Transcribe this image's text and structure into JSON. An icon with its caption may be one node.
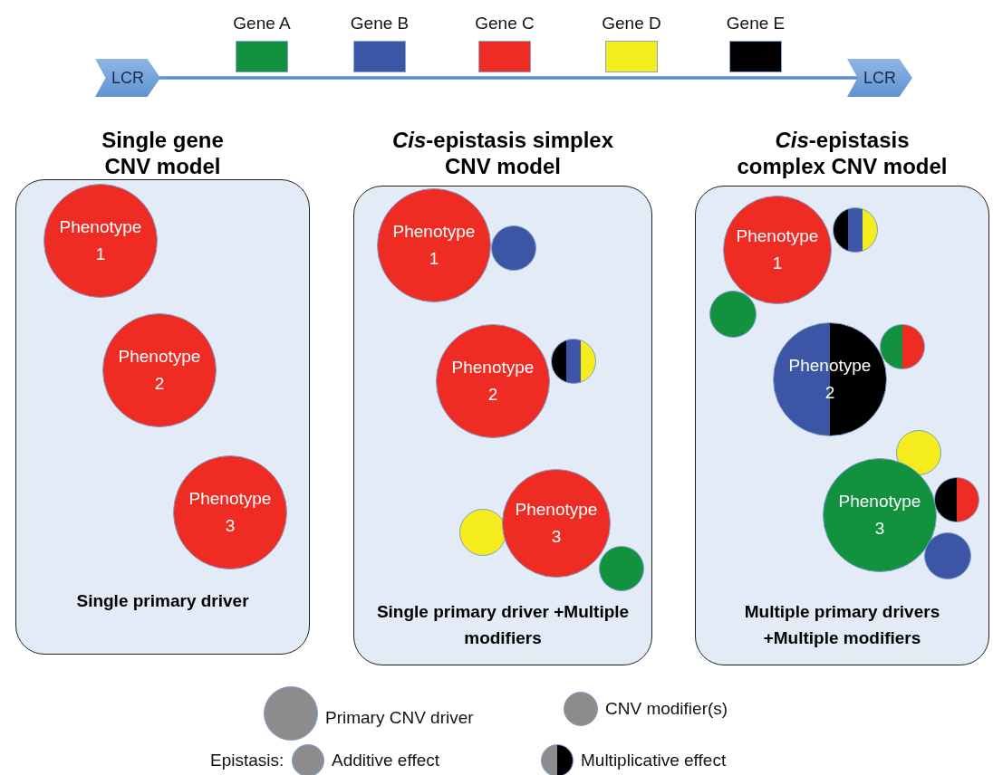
{
  "diagram": {
    "nodes": [
      {
        "text": [
          "LCR"
        ]
      },
      {
        "text": [
          "LCR"
        ]
      },
      {
        "text": [],
        "shape": "box",
        "beside": [
          "Gene A"
        ]
      },
      {
        "text": [],
        "shape": "box",
        "beside": [
          "Gene B"
        ]
      },
      {
        "text": [],
        "shape": "box",
        "beside": [
          "Gene C"
        ]
      },
      {
        "text": [],
        "shape": "box",
        "beside": [
          "Gene D"
        ]
      },
      {
        "text": [],
        "shape": "box",
        "beside": [
          "Gene E"
        ]
      },
      {
        "text": [
          "Single gene CNV model",
          "Single primary driver"
        ]
      },
      {
        "text": [
          "Phenotype 1"
        ],
        "in": 7
      },
      {
        "text": [
          "Phenotype 2"
        ],
        "in": 7
      },
      {
        "text": [
          "Phenotype 3"
        ],
        "in": 7
      },
      {
        "text": [
          "*Cis*-epistasis simplex CNV model",
          "Single primary driver +Multiple modifiers"
        ]
      },
      {
        "text": [
          "Phenotype 1"
        ],
        "in": 11
      },
      {
        "text": [],
        "shape": "circle",
        "in": 11
      },
      {
        "text": [
          "Phenotype 2"
        ],
        "in": 11
      },
      {
        "text": [],
        "shape": "circle",
        "in": 11
      },
      {
        "text": [],
        "shape": "circle",
        "in": 11
      },
      {
        "text": [
          "Phenotype 3"
        ],
        "in": 11
      },
      {
        "text": [],
        "shape": "circle",
        "in": 11
      },
      {
        "text": [
          "*Cis*-epistasis complex CNV model",
          "Multiple primary drivers +Multiple modifiers"
        ]
      },
      {
        "text": [
          "Phenotype 1"
        ],
        "in": 19
      },
      {
        "text": [],
        "shape": "circle",
        "in": 19
      },
      {
        "text": [],
        "shape": "circle",
        "in": 19
      },
      {
        "text": [
          "Phenotype 2"
        ],
        "in": 19
      },
      {
        "text": [],
        "shape": "circle",
        "in": 19
      },
      {
        "text": [],
        "shape": "circle",
        "in": 19
      },
      {
        "text": [
          "Phenotype 3"
        ],
        "in": 19
      },
      {
        "text": [],
        "shape": "circle",
        "in": 19
      },
      {
        "text": [],
        "shape": "circle",
        "in": 19
      }
    ],
    "edges": [
      {
        "from": 0,
        "to": 1,
        "arrow": "none"
      }
    ],
    "labels": [
      "Epistasis:"
    ],
    "legend": [
      {
        "text": "Primary CNV driver"
      },
      {
        "text": "CNV modifier(s)"
      },
      {
        "text": "Additive effect"
      },
      {
        "text": "Multiplicative effect"
      }
    ]
  }
}
